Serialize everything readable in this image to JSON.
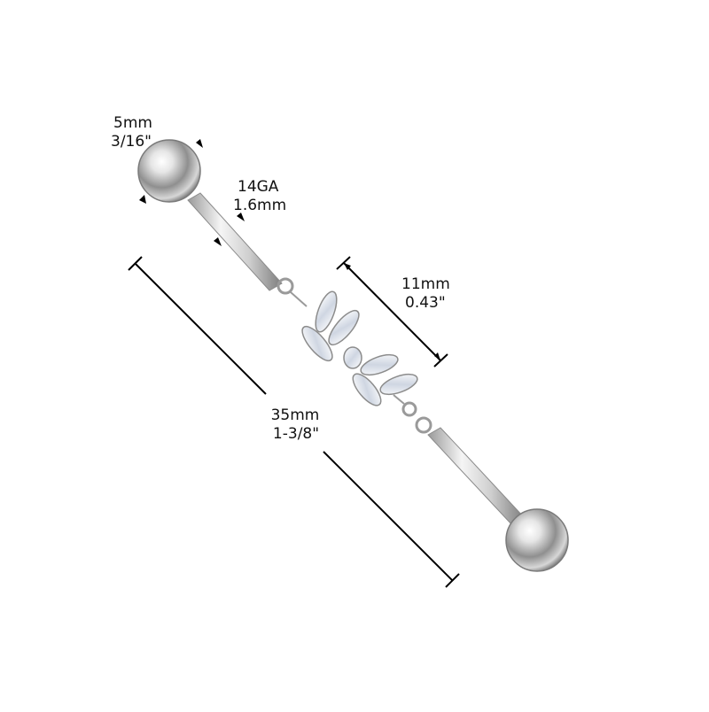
{
  "product": {
    "ball": {
      "size_mm": "5mm",
      "size_in": "3/16\""
    },
    "gauge": {
      "ga": "14GA",
      "mm": "1.6mm"
    },
    "charm": {
      "length_mm": "11mm",
      "length_in": "0.43\""
    },
    "bar": {
      "length_mm": "35mm",
      "length_in": "1-3/8\""
    },
    "colors": {
      "metal": "#c8c8c8",
      "line": "#000000",
      "gem": "#f2f4f7"
    }
  }
}
